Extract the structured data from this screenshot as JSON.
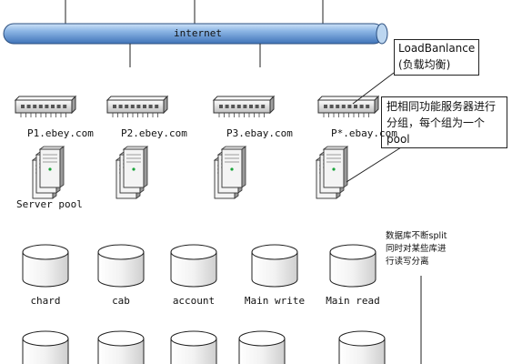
{
  "network": {
    "bus_label": "internet"
  },
  "balancer_callout": {
    "line1": "LoadBanlance",
    "line2": "(负载均衡)"
  },
  "group_callout": {
    "text": "把相同功能服务器进行分组，每个组为一个pool"
  },
  "pools": [
    {
      "label": "P1.ebey.com"
    },
    {
      "label": "P2.ebey.com"
    },
    {
      "label": "P3.ebay.com"
    },
    {
      "label": "P*.ebay.com"
    }
  ],
  "server_pool_label": "Server pool",
  "db_note": {
    "line1": "数据库不断split",
    "line2": "同时对某些库进",
    "line3": "行读写分离"
  },
  "databases_row1": [
    {
      "label": "chard"
    },
    {
      "label": "cab"
    },
    {
      "label": "account"
    },
    {
      "label": "Main write"
    },
    {
      "label": "Main read"
    }
  ],
  "databases_row2_count": 5
}
